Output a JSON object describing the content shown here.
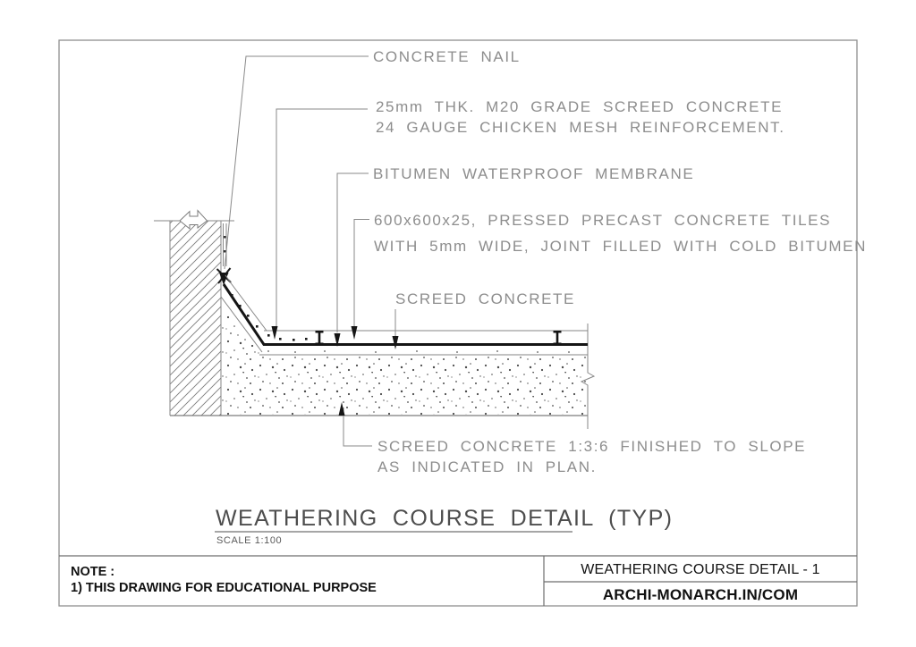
{
  "page": {
    "background": "#ffffff",
    "border_color": "#8f8f8f"
  },
  "drawing": {
    "annotations": [
      {
        "id": "concrete-nail",
        "lines": [
          "CONCRETE NAIL"
        ]
      },
      {
        "id": "screed-mesh",
        "lines": [
          "25mm THK. M20 GRADE SCREED CONCRETE",
          "24 GAUGE CHICKEN MESH REINFORCEMENT."
        ]
      },
      {
        "id": "bitumen-membrane",
        "lines": [
          "BITUMEN WATERPROOF MEMBRANE"
        ]
      },
      {
        "id": "precast-tiles",
        "lines": [
          "600x600x25, PRESSED PRECAST CONCRETE TILES",
          "WITH 5mm WIDE, JOINT FILLED WITH COLD BITUMEN"
        ]
      },
      {
        "id": "screed-concrete",
        "lines": [
          "SCREED CONCRETE"
        ]
      },
      {
        "id": "screed-slope",
        "lines": [
          "SCREED CONCRETE 1:3:6 FINISHED TO SLOPE",
          "AS INDICATED IN PLAN."
        ]
      }
    ],
    "title": "WEATHERING COURSE DETAIL (TYP)",
    "scale_label": "SCALE 1:100"
  },
  "note": {
    "heading": "NOTE :",
    "item1": "1) THIS DRAWING FOR EDUCATIONAL PURPOSE"
  },
  "title_block": {
    "sheet_title": "WEATHERING COURSE DETAIL - 1",
    "brand": "ARCHI-MONARCH.IN/COM"
  },
  "colors": {
    "line_gray": "#868686",
    "label_text": "#8d8d8d",
    "title_text": "#4d4d4d",
    "ink_black": "#161616"
  }
}
